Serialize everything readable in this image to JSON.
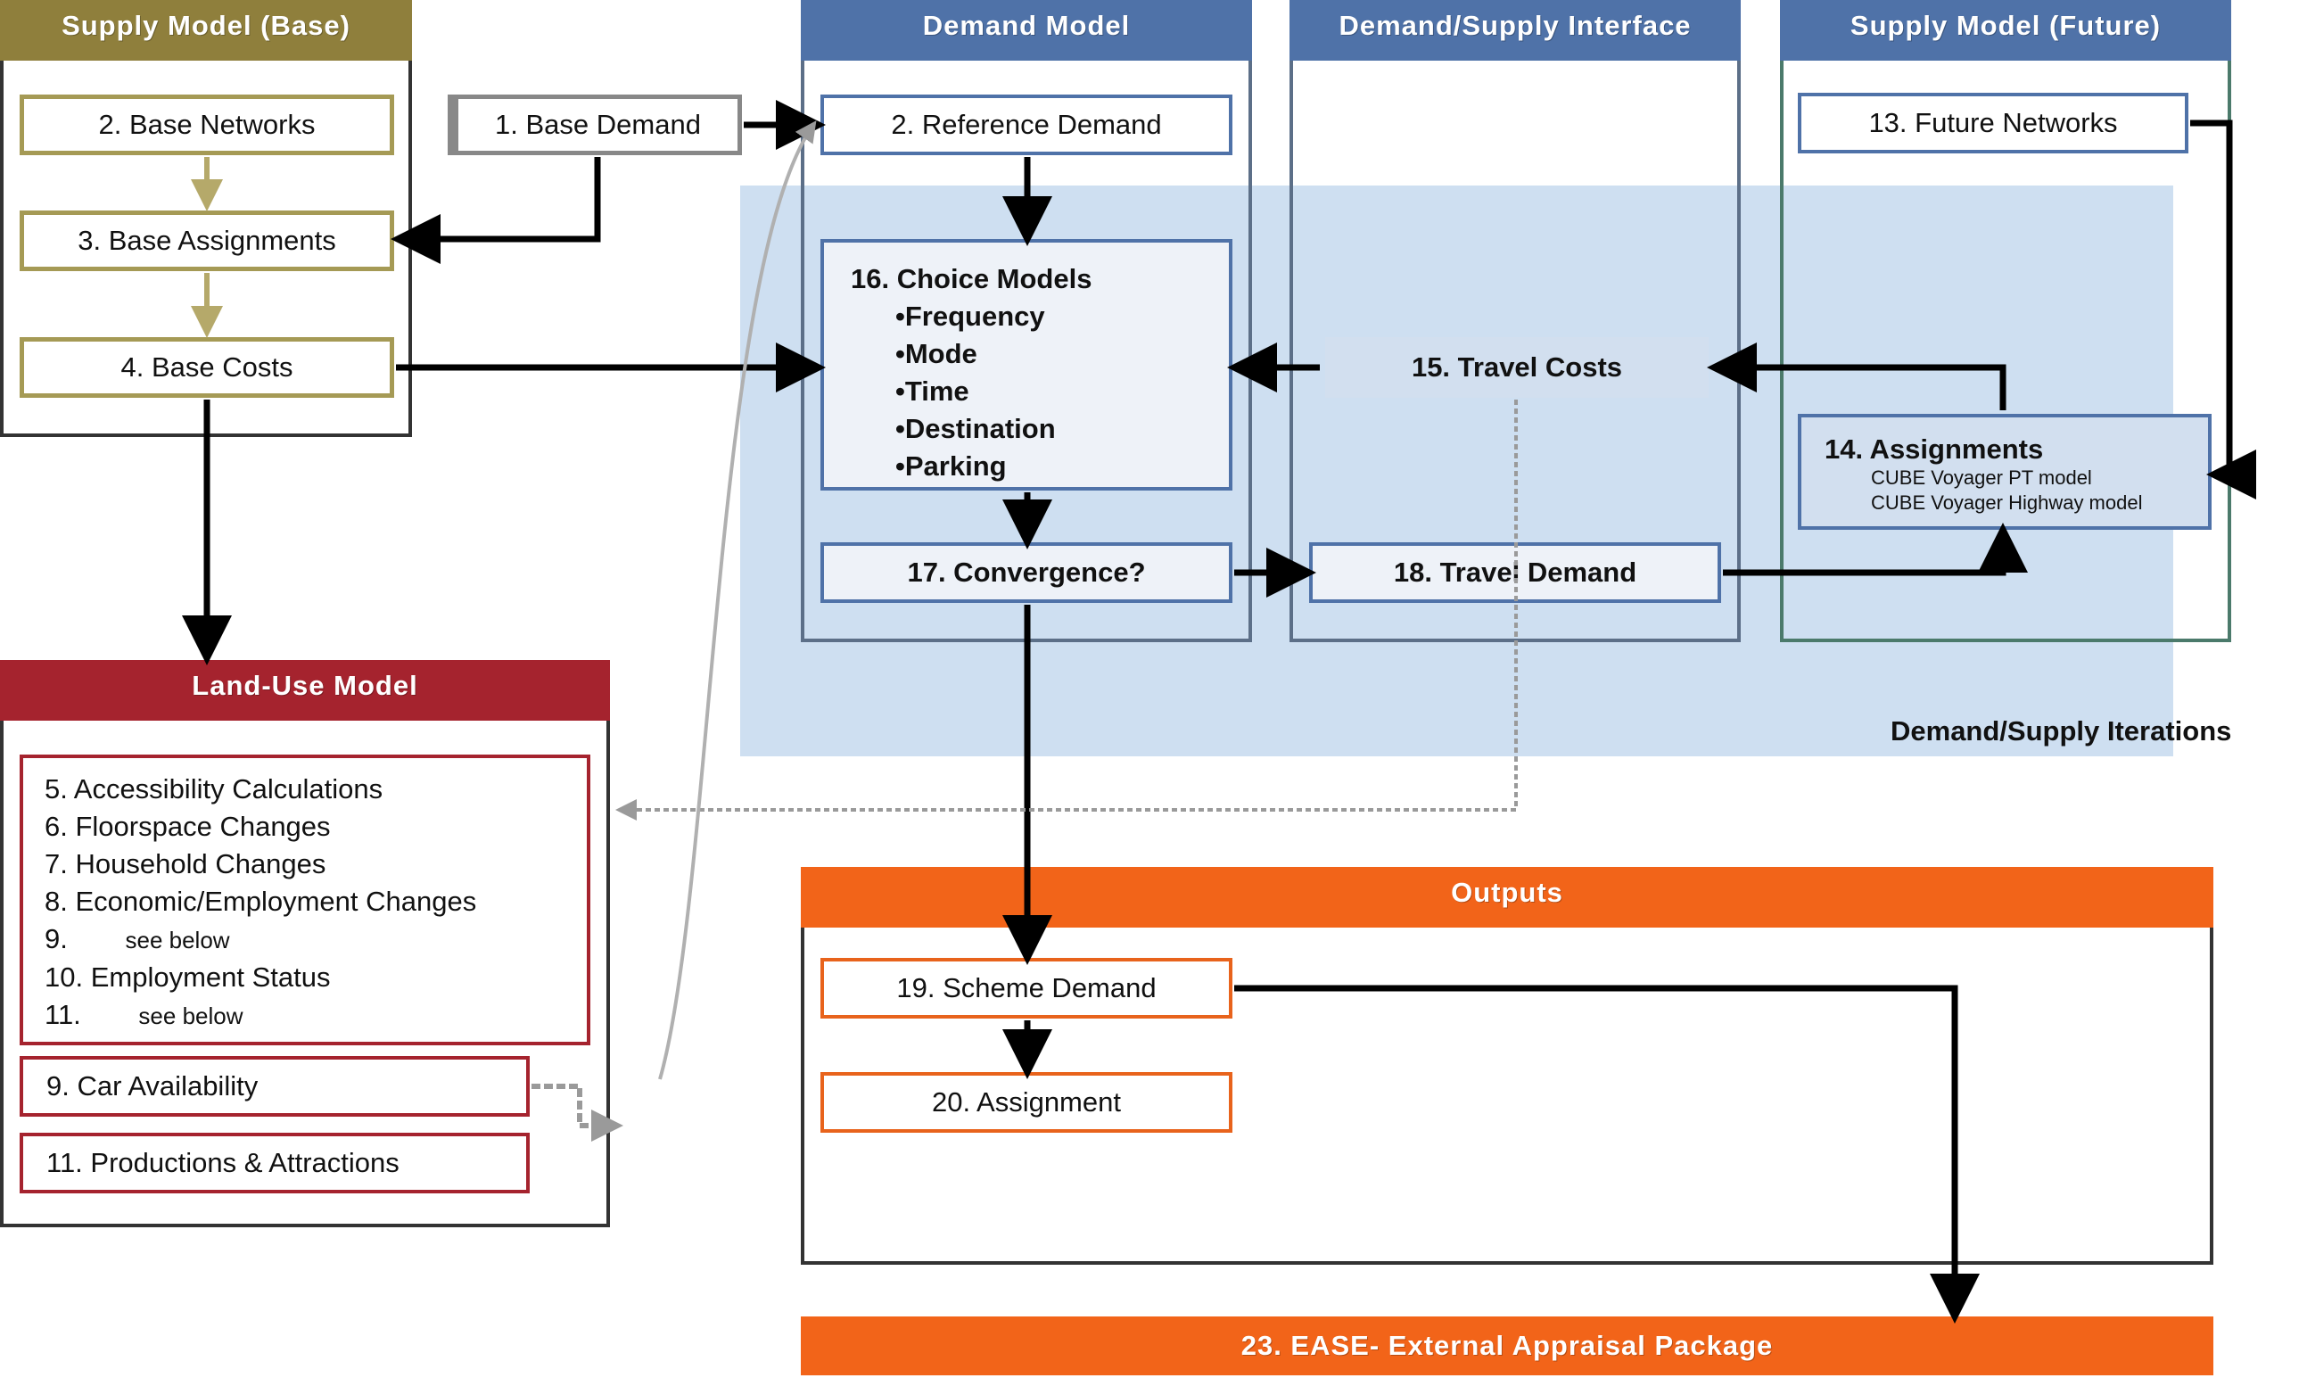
{
  "colors": {
    "supply_base_header": "#8f7f3c",
    "blue_header": "#4f72a8",
    "land_use_header": "#a5232e",
    "outputs_header": "#f26419",
    "iteration_region": "#c6d9ee",
    "olive_border": "#a59a55",
    "red_border": "#a5232e",
    "orange_border": "#e8631c"
  },
  "supply_base": {
    "header": "Supply Model (Base)",
    "base_networks": "2. Base Networks",
    "base_assignments": "3. Base Assignments",
    "base_costs": "4. Base Costs"
  },
  "base_demand": "1. Base Demand",
  "demand_model": {
    "header": "Demand Model",
    "reference_demand": "2. Reference Demand",
    "choice_models": {
      "title": "16. Choice Models",
      "items": [
        "•Frequency",
        "•Mode",
        "•Time",
        "•Destination",
        "•Parking"
      ]
    },
    "convergence": "17. Convergence?"
  },
  "interface": {
    "header": "Demand/Supply Interface",
    "travel_costs": "15. Travel Costs",
    "travel_demand": "18. Travel Demand"
  },
  "supply_future": {
    "header": "Supply Model (Future)",
    "future_networks": "13. Future Networks",
    "assignments": {
      "title": "14. Assignments",
      "line1": "CUBE Voyager PT model",
      "line2": "CUBE Voyager Highway model"
    }
  },
  "iterations_label": "Demand/Supply Iterations",
  "land_use": {
    "header": "Land-Use Model",
    "list": [
      {
        "num": "5.",
        "text": "Accessibility Calculations"
      },
      {
        "num": "6.",
        "text": "Floorspace Changes"
      },
      {
        "num": "7.",
        "text": "Household Changes"
      },
      {
        "num": "8.",
        "text": "Economic/Employment Changes"
      },
      {
        "num": "9.",
        "text": "see below"
      },
      {
        "num": "10.",
        "text": "Employment Status"
      },
      {
        "num": "11.",
        "text": "see below"
      }
    ],
    "car_availability": "9. Car Availability",
    "productions": "11. Productions & Attractions"
  },
  "outputs": {
    "header": "Outputs",
    "scheme_demand": "19. Scheme Demand",
    "assignment": "20. Assignment"
  },
  "ease": "23. EASE- External Appraisal Package"
}
